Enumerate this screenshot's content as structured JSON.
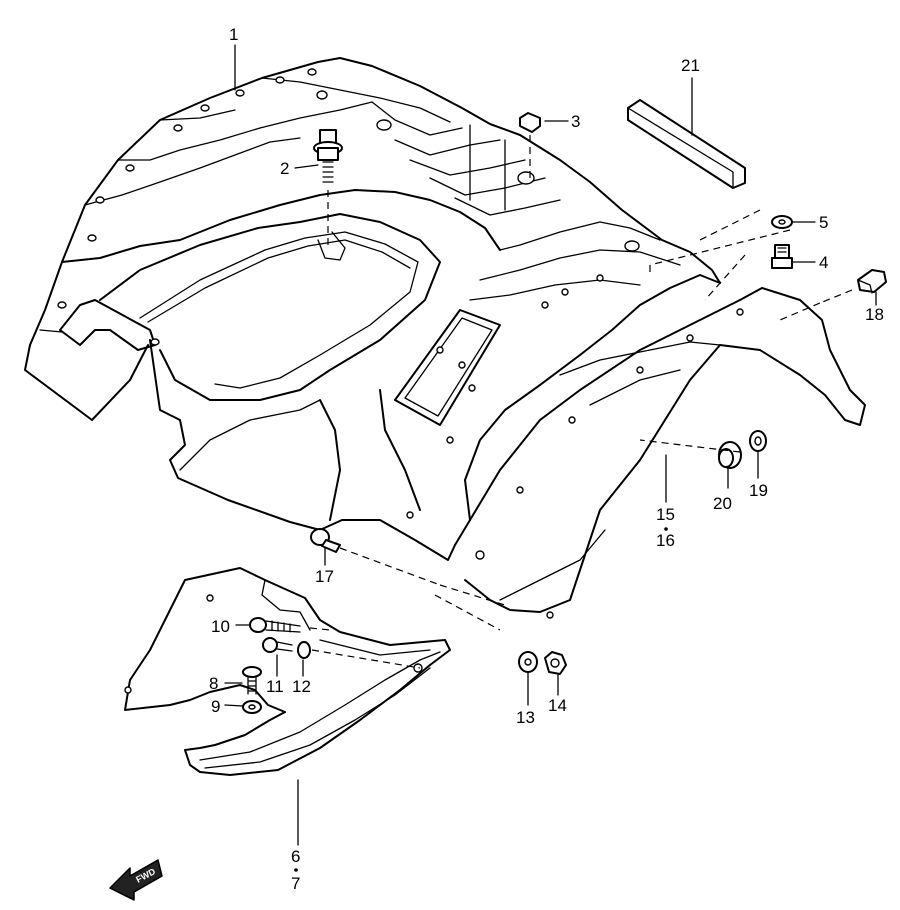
{
  "callouts": [
    {
      "id": "c1",
      "text": "1"
    },
    {
      "id": "c2",
      "text": "2"
    },
    {
      "id": "c3",
      "text": "3"
    },
    {
      "id": "c4",
      "text": "4"
    },
    {
      "id": "c5",
      "text": "5"
    },
    {
      "id": "c6",
      "text": "6"
    },
    {
      "id": "c7",
      "text": "7"
    },
    {
      "id": "c8",
      "text": "8"
    },
    {
      "id": "c9",
      "text": "9"
    },
    {
      "id": "c10",
      "text": "10"
    },
    {
      "id": "c11",
      "text": "11"
    },
    {
      "id": "c12",
      "text": "12"
    },
    {
      "id": "c13",
      "text": "13"
    },
    {
      "id": "c14",
      "text": "14"
    },
    {
      "id": "c15",
      "text": "15"
    },
    {
      "id": "c16",
      "text": "16"
    },
    {
      "id": "c17",
      "text": "17"
    },
    {
      "id": "c18",
      "text": "18"
    },
    {
      "id": "c19",
      "text": "19"
    },
    {
      "id": "c20",
      "text": "20"
    },
    {
      "id": "c21",
      "text": "21"
    }
  ],
  "front_arrow": {
    "text": "FWD",
    "icon": "front-direction-arrow-icon"
  }
}
